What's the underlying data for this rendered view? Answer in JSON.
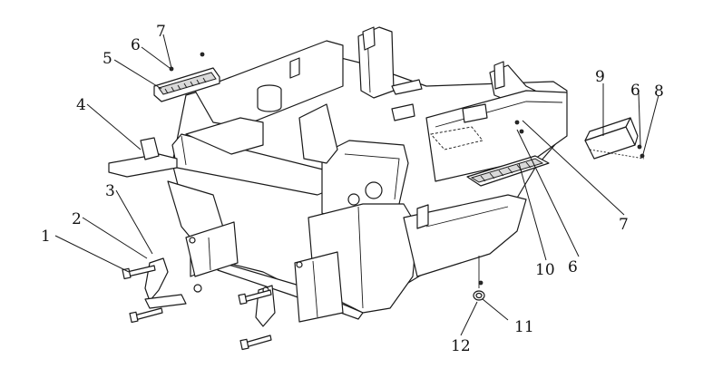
{
  "diagram": {
    "colors": {
      "line": "#1a1a1a",
      "background": "#ffffff",
      "shade": "#d9d9d9",
      "watermark": "#c8c8c8"
    },
    "callouts": [
      {
        "id": "c1",
        "label": "1"
      },
      {
        "id": "c2",
        "label": "2"
      },
      {
        "id": "c3",
        "label": "3"
      },
      {
        "id": "c4",
        "label": "4"
      },
      {
        "id": "c5",
        "label": "5"
      },
      {
        "id": "c6a",
        "label": "6"
      },
      {
        "id": "c7a",
        "label": "7"
      },
      {
        "id": "c9",
        "label": "9"
      },
      {
        "id": "c6b",
        "label": "6"
      },
      {
        "id": "c8",
        "label": "8"
      },
      {
        "id": "c7b",
        "label": "7"
      },
      {
        "id": "c6c",
        "label": "6"
      },
      {
        "id": "c10",
        "label": "10"
      },
      {
        "id": "c11",
        "label": "11"
      },
      {
        "id": "c12",
        "label": "12"
      }
    ]
  }
}
